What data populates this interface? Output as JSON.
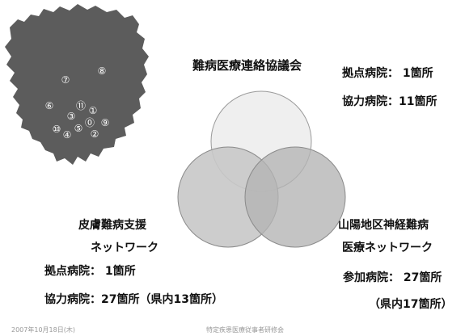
{
  "map": {
    "markers": [
      {
        "label": "⑦",
        "name": "marker-7"
      },
      {
        "label": "⑧",
        "name": "marker-8"
      },
      {
        "label": "⑥",
        "name": "marker-6"
      },
      {
        "label": "⑪",
        "name": "marker-11"
      },
      {
        "label": "①",
        "name": "marker-1"
      },
      {
        "label": "③",
        "name": "marker-3"
      },
      {
        "label": "⓪",
        "name": "marker-0"
      },
      {
        "label": "⑨",
        "name": "marker-9"
      },
      {
        "label": "⑩",
        "name": "marker-10"
      },
      {
        "label": "④",
        "name": "marker-4"
      },
      {
        "label": "⑤",
        "name": "marker-5"
      },
      {
        "label": "②",
        "name": "marker-2"
      }
    ]
  },
  "top_group": {
    "title": "難病医療連絡協議会",
    "line1": "拠点病院：  1箇所",
    "line2": "協力病院：11箇所"
  },
  "left_group": {
    "title1": "皮膚難病支援",
    "title2": "ネットワーク",
    "line1": "拠点病院：  1箇所",
    "line2": "協力病院：27箇所（県内13箇所）"
  },
  "right_group": {
    "title1": "山陽地区神経難病",
    "title2": "医療ネットワーク",
    "line1": "参加病院：  27箇所",
    "line2": "（県内17箇所）"
  },
  "footer": {
    "date": "2007年10月18日(木)",
    "event": "特定疾患医療従事者研修会"
  },
  "colors": {
    "map": "#5c5c5c",
    "circle_top": "#efefef",
    "circle_left": "#c8c8c8",
    "circle_right": "#b4b4b4"
  }
}
